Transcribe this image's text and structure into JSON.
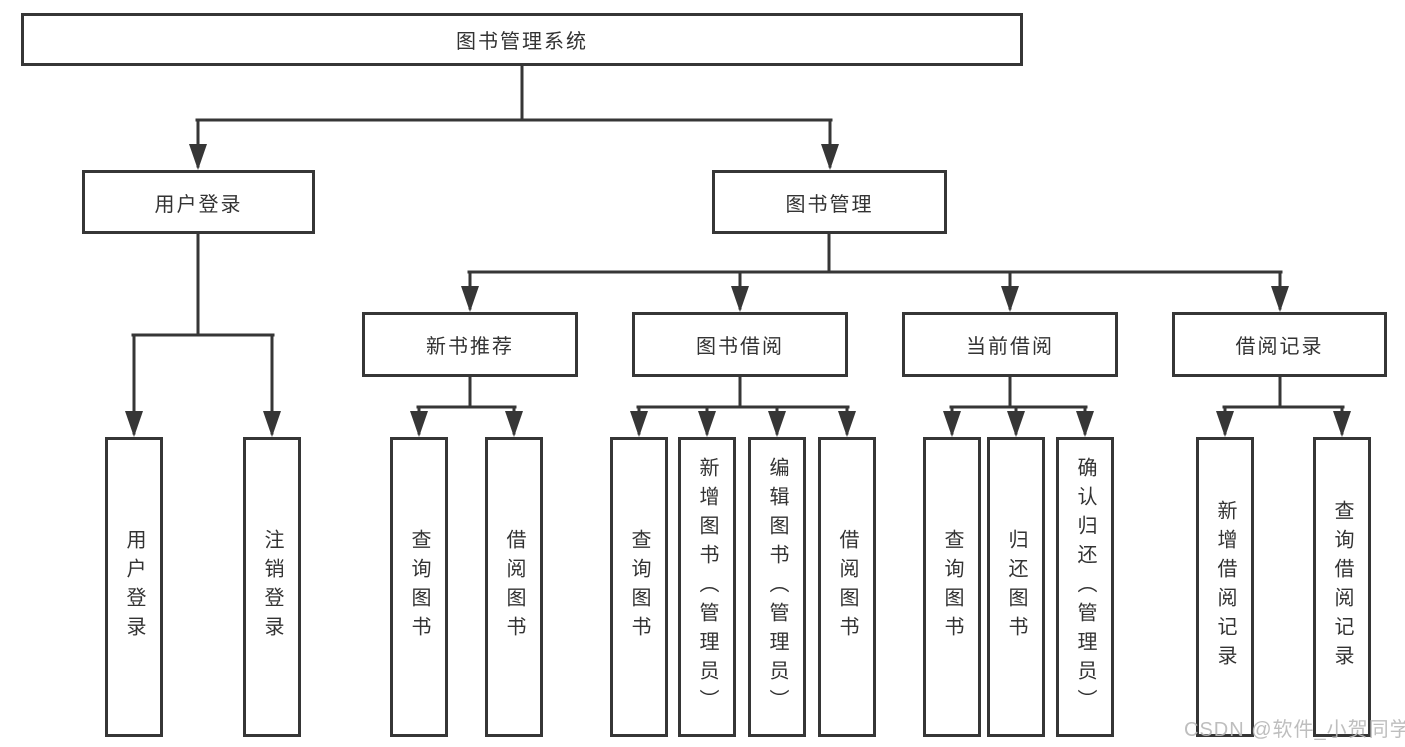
{
  "diagram": {
    "title": "图书管理系统",
    "colors": {
      "line": "#363636",
      "box_border": "#363636",
      "text": "#333333",
      "watermark": "#b8b8b8",
      "background": "#ffffff"
    },
    "nodes": {
      "root": "图书管理系统",
      "login": "用户登录",
      "mgmt": "图书管理",
      "newbook": "新书推荐",
      "borrow": "图书借阅",
      "current": "当前借阅",
      "records": "借阅记录",
      "leaf_user_login": "用户登录",
      "leaf_logout": "注销登录",
      "leaf_nb_query": "查询图书",
      "leaf_nb_borrow": "借阅图书",
      "leaf_bw_query": "查询图书",
      "leaf_bw_add": "新增图书（管理员）",
      "leaf_bw_edit": "编辑图书（管理员）",
      "leaf_bw_borrow": "借阅图书",
      "leaf_cur_query": "查询图书",
      "leaf_cur_return": "归还图书",
      "leaf_cur_confirm": "确认归还（管理员）",
      "leaf_rec_add": "新增借阅记录",
      "leaf_rec_query": "查询借阅记录"
    },
    "hierarchy": {
      "图书管理系统": {
        "用户登录": [
          "用户登录",
          "注销登录"
        ],
        "图书管理": {
          "新书推荐": [
            "查询图书",
            "借阅图书"
          ],
          "图书借阅": [
            "查询图书",
            "新增图书（管理员）",
            "编辑图书（管理员）",
            "借阅图书"
          ],
          "当前借阅": [
            "查询图书",
            "归还图书",
            "确认归还（管理员）"
          ],
          "借阅记录": [
            "新增借阅记录",
            "查询借阅记录"
          ]
        }
      }
    },
    "watermark": "CSDN @软件_小贺同学"
  }
}
